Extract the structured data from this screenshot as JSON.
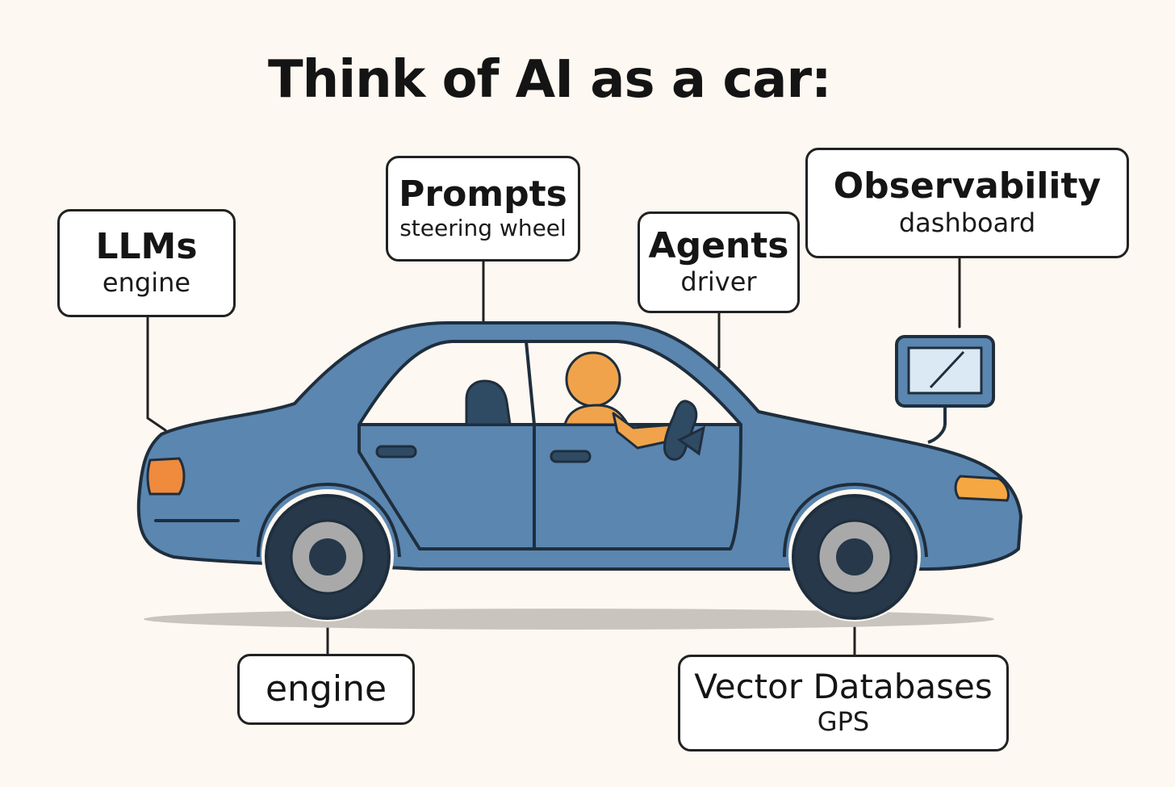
{
  "title": "Think of AI as a car:",
  "callouts": {
    "llms": {
      "heading": "LLMs",
      "sub": "engine"
    },
    "prompts": {
      "heading": "Prompts",
      "sub": "steering wheel"
    },
    "agents": {
      "heading": "Agents",
      "sub": "driver"
    },
    "observability": {
      "heading": "Observability",
      "sub": "dashboard"
    },
    "engine": {
      "heading": "engine"
    },
    "vector_databases": {
      "heading": "Vector Databases",
      "sub": "GPS"
    }
  },
  "colors": {
    "background": "#fdf8f1",
    "car_body": "#5a86b0",
    "outline": "#1f2e3d",
    "driver": "#f0a34a",
    "tail_light": "#f08a3c",
    "head_light": "#f5a742",
    "tire": "#26384a",
    "rim": "#a9a9a9"
  }
}
